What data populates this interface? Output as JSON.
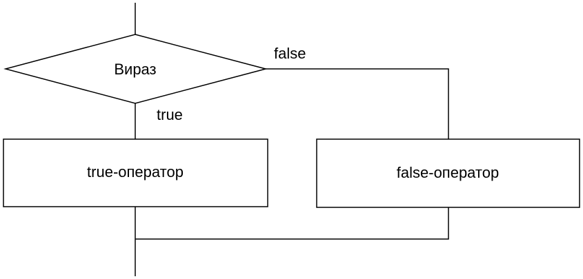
{
  "diagram": {
    "type": "if-else-flowchart",
    "decision": {
      "label": "Вираз"
    },
    "true_branch": {
      "edge_label": "true",
      "operator_label": "true-оператор"
    },
    "false_branch": {
      "edge_label": "false",
      "operator_label": "false-оператор"
    },
    "colors": {
      "stroke": "#000000",
      "fill": "#ffffff"
    }
  }
}
